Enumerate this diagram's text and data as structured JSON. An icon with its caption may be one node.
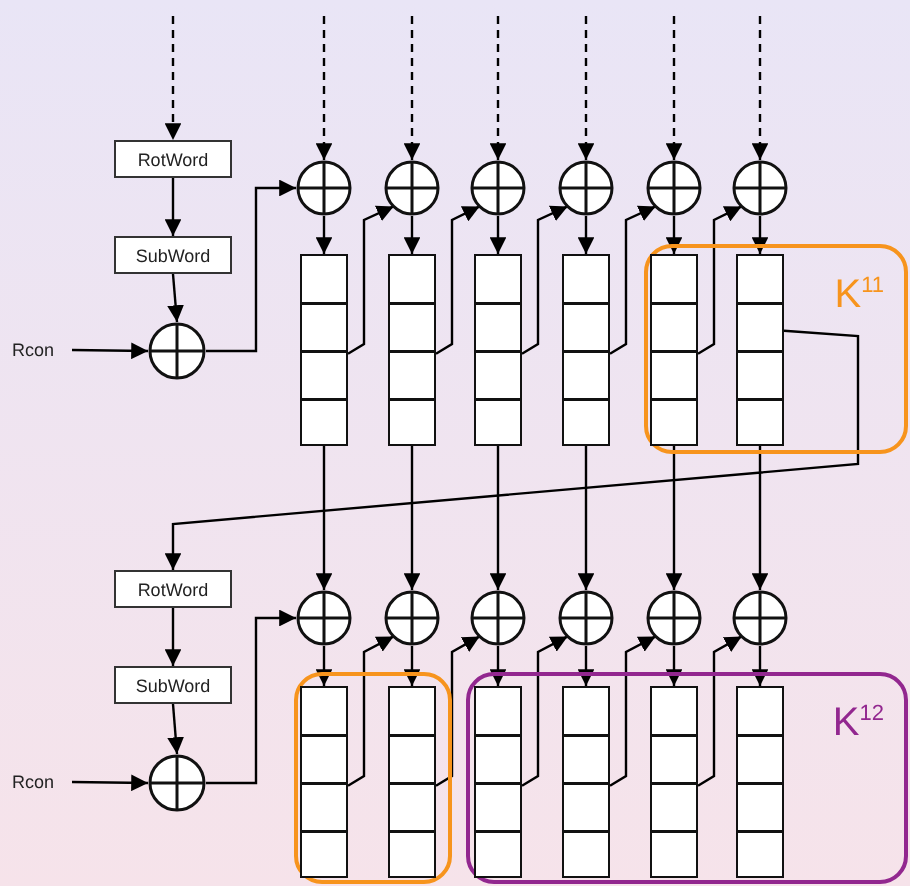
{
  "diagram": {
    "nodes": [
      {
        "text": [
          "RotWord"
        ]
      },
      {
        "text": [
          "SubWord"
        ]
      },
      {
        "text": [
          "Rcon"
        ]
      },
      {
        "text": [],
        "shape": "circle"
      },
      {
        "text": [],
        "shape": "circle"
      },
      {
        "text": [],
        "shape": "circle"
      },
      {
        "text": [],
        "shape": "circle"
      },
      {
        "text": [],
        "shape": "circle"
      },
      {
        "text": [],
        "shape": "circle"
      },
      {
        "text": [],
        "shape": "circle"
      },
      {
        "text": [],
        "shape": "box"
      },
      {
        "text": [],
        "shape": "box"
      },
      {
        "text": [],
        "shape": "box"
      },
      {
        "text": [],
        "shape": "box"
      },
      {
        "text": [
          "K$^{11}$"
        ]
      },
      {
        "text": [],
        "shape": "box",
        "in": 14
      },
      {
        "text": [],
        "shape": "box",
        "in": 14
      },
      {
        "text": [
          "RotWord"
        ]
      },
      {
        "text": [
          "SubWord"
        ]
      },
      {
        "text": [
          "Rcon"
        ]
      },
      {
        "text": [],
        "shape": "circle"
      },
      {
        "text": [],
        "shape": "circle"
      },
      {
        "text": [],
        "shape": "circle"
      },
      {
        "text": [],
        "shape": "circle"
      },
      {
        "text": [],
        "shape": "circle"
      },
      {
        "text": [],
        "shape": "circle"
      },
      {
        "text": [],
        "shape": "circle"
      },
      {
        "text": [],
        "shape": "box"
      },
      {
        "text": [],
        "shape": "box",
        "in": 27
      },
      {
        "text": [],
        "shape": "box",
        "in": 27
      },
      {
        "text": [
          "K$^{12}$"
        ]
      },
      {
        "text": [],
        "shape": "box",
        "in": 30
      },
      {
        "text": [],
        "shape": "box",
        "in": 30
      },
      {
        "text": [],
        "shape": "box",
        "in": 30
      },
      {
        "text": [],
        "shape": "box",
        "in": 30
      }
    ],
    "edges": [
      {
        "from": null,
        "to": 0,
        "arrow": "to",
        "style": "dashed"
      },
      {
        "from": 0,
        "to": 1,
        "arrow": "to"
      },
      {
        "from": 1,
        "to": 3,
        "arrow": "to"
      },
      {
        "from": 2,
        "to": 3,
        "arrow": "to"
      },
      {
        "from": 3,
        "to": 4,
        "arrow": "to"
      },
      {
        "from": null,
        "to": 4,
        "arrow": "to",
        "style": "dashed"
      },
      {
        "from": null,
        "to": 5,
        "arrow": "to",
        "style": "dashed"
      },
      {
        "from": null,
        "to": 6,
        "arrow": "to",
        "style": "dashed"
      },
      {
        "from": null,
        "to": 7,
        "arrow": "to",
        "style": "dashed"
      },
      {
        "from": null,
        "to": 8,
        "arrow": "to",
        "style": "dashed"
      },
      {
        "from": null,
        "to": 9,
        "arrow": "to",
        "style": "dashed"
      },
      {
        "from": 4,
        "to": 10,
        "arrow": "to"
      },
      {
        "from": 5,
        "to": 11,
        "arrow": "to"
      },
      {
        "from": 6,
        "to": 12,
        "arrow": "to"
      },
      {
        "from": 7,
        "to": 13,
        "arrow": "to"
      },
      {
        "from": 8,
        "to": 15,
        "arrow": "to"
      },
      {
        "from": 9,
        "to": 16,
        "arrow": "to"
      },
      {
        "from": 10,
        "to": 5,
        "arrow": "to"
      },
      {
        "from": 11,
        "to": 6,
        "arrow": "to"
      },
      {
        "from": 12,
        "to": 7,
        "arrow": "to"
      },
      {
        "from": 13,
        "to": 8,
        "arrow": "to"
      },
      {
        "from": 15,
        "to": 9,
        "arrow": "to"
      },
      {
        "from": 16,
        "to": 17,
        "arrow": "to"
      },
      {
        "from": 10,
        "to": 21,
        "arrow": "to"
      },
      {
        "from": 11,
        "to": 22,
        "arrow": "to"
      },
      {
        "from": 12,
        "to": 23,
        "arrow": "to"
      },
      {
        "from": 13,
        "to": 24,
        "arrow": "to"
      },
      {
        "from": 15,
        "to": 25,
        "arrow": "to"
      },
      {
        "from": 16,
        "to": 26,
        "arrow": "to"
      },
      {
        "from": 17,
        "to": 18,
        "arrow": "to"
      },
      {
        "from": 18,
        "to": 20,
        "arrow": "to"
      },
      {
        "from": 19,
        "to": 20,
        "arrow": "to"
      },
      {
        "from": 20,
        "to": 21,
        "arrow": "to"
      },
      {
        "from": 21,
        "to": 28,
        "arrow": "to"
      },
      {
        "from": 22,
        "to": 29,
        "arrow": "to"
      },
      {
        "from": 23,
        "to": 31,
        "arrow": "to"
      },
      {
        "from": 24,
        "to": 32,
        "arrow": "to"
      },
      {
        "from": 25,
        "to": 33,
        "arrow": "to"
      },
      {
        "from": 26,
        "to": 34,
        "arrow": "to"
      },
      {
        "from": 28,
        "to": 22,
        "arrow": "to"
      },
      {
        "from": 29,
        "to": 23,
        "arrow": "to"
      },
      {
        "from": 31,
        "to": 24,
        "arrow": "to"
      },
      {
        "from": 32,
        "to": 25,
        "arrow": "to"
      },
      {
        "from": 33,
        "to": 26,
        "arrow": "to"
      }
    ]
  }
}
